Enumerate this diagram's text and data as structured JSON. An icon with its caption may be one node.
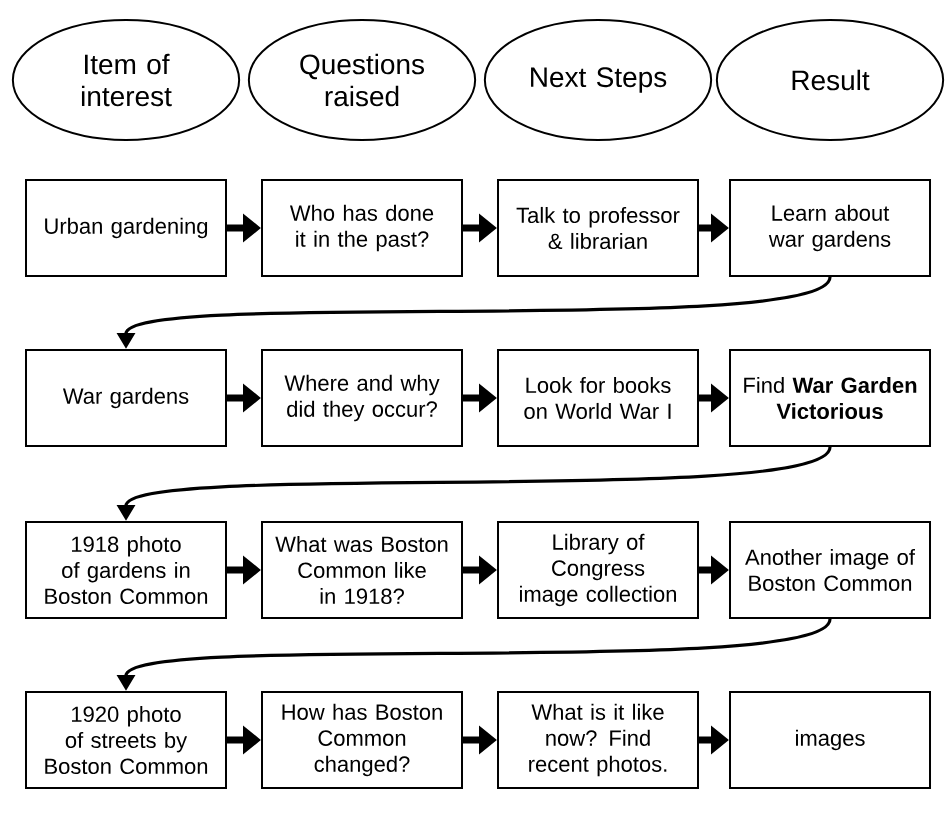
{
  "diagram": {
    "nodes": [
      {
        "text": [
          "Item of interest"
        ]
      },
      {
        "text": [
          "Questions raised"
        ]
      },
      {
        "text": [
          "Next Steps"
        ]
      },
      {
        "text": [
          "Result"
        ]
      },
      {
        "text": [
          "Urban gardening"
        ]
      },
      {
        "text": [
          "Who has done it in the past?"
        ]
      },
      {
        "text": [
          "Talk to professor & librarian"
        ]
      },
      {
        "text": [
          "Learn about war gardens"
        ]
      },
      {
        "text": [
          "War gardens"
        ]
      },
      {
        "text": [
          "Where and why did they occur?"
        ]
      },
      {
        "text": [
          "Look for books on World War I"
        ]
      },
      {
        "text": [
          "Find **War Garden Victorious**"
        ]
      },
      {
        "text": [
          "1918 photo of gardens in Boston Common"
        ]
      },
      {
        "text": [
          "What was Boston Common like in 1918?"
        ]
      },
      {
        "text": [
          "Library of Congress image collection"
        ]
      },
      {
        "text": [
          "Another image of Boston Common"
        ]
      },
      {
        "text": [
          "1920 photo of streets by Boston Common"
        ]
      },
      {
        "text": [
          "How has Boston Common changed?"
        ]
      },
      {
        "text": [
          "What is it like now? Find recent photos."
        ]
      },
      {
        "text": [
          "images"
        ]
      }
    ],
    "edges": [
      {
        "from": 4,
        "to": 5,
        "arrow": "to"
      },
      {
        "from": 5,
        "to": 6,
        "arrow": "to"
      },
      {
        "from": 6,
        "to": 7,
        "arrow": "to"
      },
      {
        "from": 7,
        "to": 8,
        "arrow": "to"
      },
      {
        "from": 8,
        "to": 9,
        "arrow": "to"
      },
      {
        "from": 9,
        "to": 10,
        "arrow": "to"
      },
      {
        "from": 10,
        "to": 11,
        "arrow": "to"
      },
      {
        "from": 11,
        "to": 12,
        "arrow": "to"
      },
      {
        "from": 12,
        "to": 13,
        "arrow": "to"
      },
      {
        "from": 13,
        "to": 14,
        "arrow": "to"
      },
      {
        "from": 14,
        "to": 15,
        "arrow": "to"
      },
      {
        "from": 15,
        "to": 16,
        "arrow": "to"
      },
      {
        "from": 16,
        "to": 17,
        "arrow": "to"
      },
      {
        "from": 17,
        "to": 18,
        "arrow": "to"
      },
      {
        "from": 18,
        "to": 19,
        "arrow": "to"
      }
    ]
  }
}
